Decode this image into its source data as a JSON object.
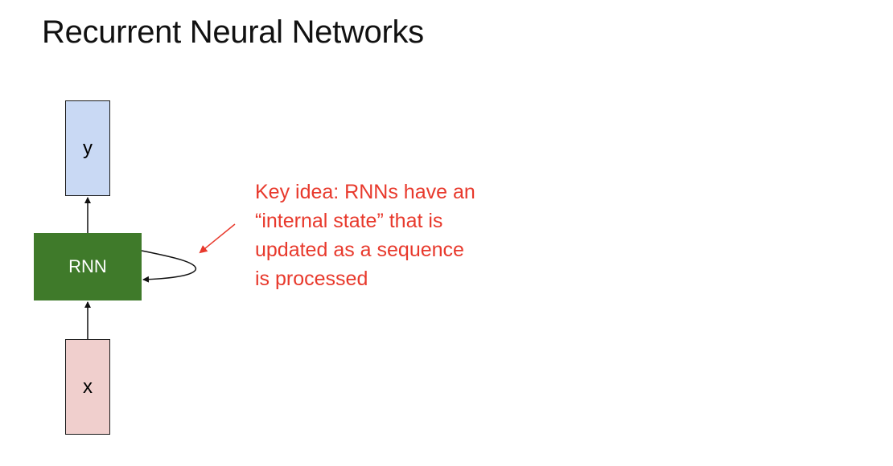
{
  "slide": {
    "title": "Recurrent Neural Networks"
  },
  "diagram": {
    "output_label": "y",
    "rnn_label": "RNN",
    "input_label": "x"
  },
  "annotation": {
    "lines": [
      "Key idea: RNNs have an",
      "“internal state” that is",
      "updated as a sequence",
      "is processed"
    ],
    "color": "#e8392c"
  },
  "colors": {
    "output_fill": "#c9d9f4",
    "rnn_fill": "#3f7a2a",
    "input_fill": "#f0cfcd"
  }
}
